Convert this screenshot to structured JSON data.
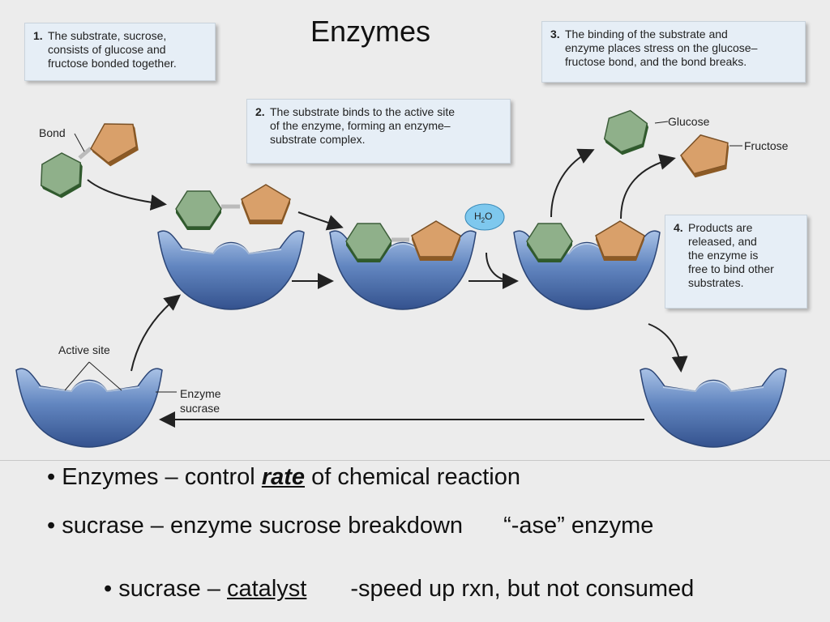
{
  "title": "Enzymes",
  "callouts": {
    "c1": {
      "num": "1.",
      "text_lines": [
        "The substrate, sucrose,",
        "consists of glucose and",
        "fructose bonded together."
      ]
    },
    "c2": {
      "num": "2.",
      "text_lines": [
        "The substrate binds to the active site",
        "of the enzyme, forming an enzyme–",
        "substrate complex."
      ]
    },
    "c3": {
      "num": "3.",
      "text_lines": [
        "The binding of the substrate and",
        "enzyme places stress on the glucose–",
        "fructose bond, and the bond breaks."
      ]
    },
    "c4": {
      "num": "4.",
      "text_lines": [
        "Products are",
        "released, and",
        "the enzyme is",
        "free to bind other",
        "substrates."
      ]
    }
  },
  "labels": {
    "bond": "Bond",
    "glucose": "Glucose",
    "fructose": "Fructose",
    "active_site": "Active site",
    "enzyme_line1": "Enzyme",
    "enzyme_line2": "sucrase",
    "water_h": "H",
    "water_sub": "2",
    "water_o": "O"
  },
  "colors": {
    "enzyme": "#5b7fb7",
    "glucose": "#8fb08a",
    "fructose": "#d9a06a",
    "callout_bg": "#e6eef6"
  },
  "bullets": {
    "b1": {
      "prefix": "• Enzymes – control ",
      "emph": "rate",
      "suffix": " of chemical reaction"
    },
    "b2": {
      "text": "• sucrase – enzyme sucrose breakdown",
      "extra": "“-ase” enzyme"
    },
    "b3": {
      "prefix": "• sucrase – ",
      "underlined": "catalyst",
      "suffix": "-speed up rxn, but not consumed"
    }
  }
}
